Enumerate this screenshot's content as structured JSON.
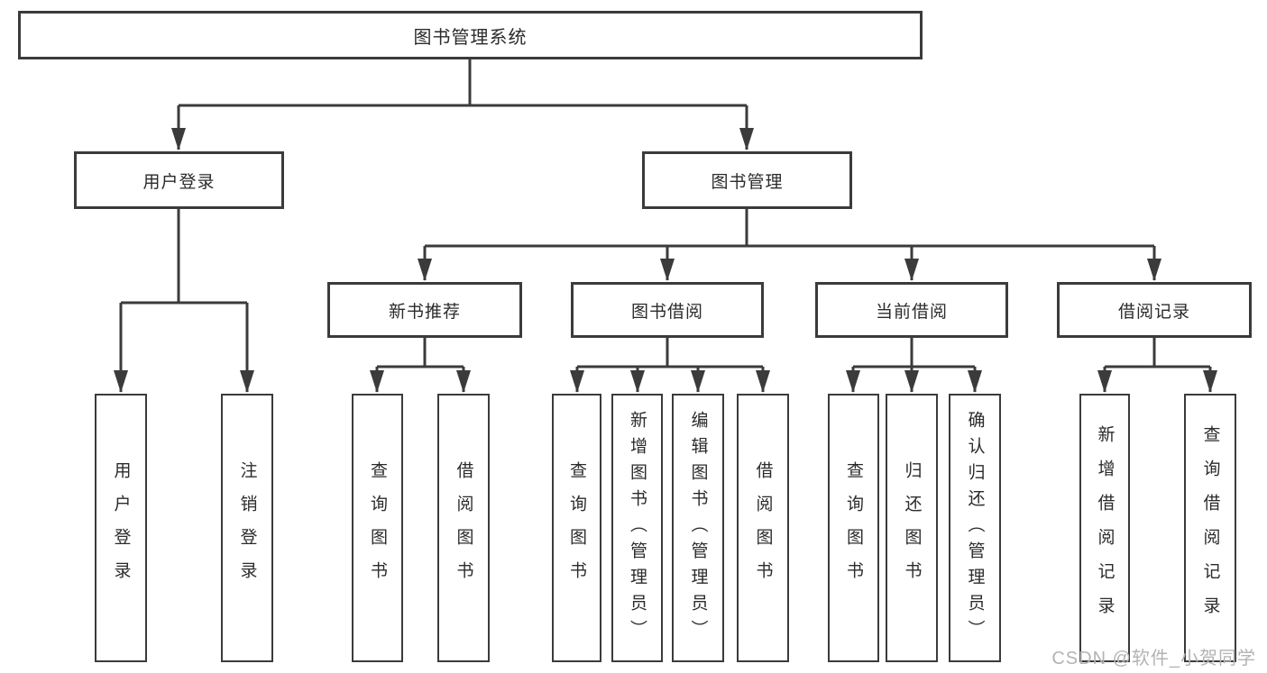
{
  "tree": {
    "root": {
      "label": "图书管理系统"
    },
    "branches": [
      {
        "label": "用户登录",
        "children": [
          "用户登录",
          "注销登录"
        ]
      },
      {
        "label": "图书管理",
        "children": [
          {
            "label": "新书推荐",
            "children": [
              "查询图书",
              "借阅图书"
            ]
          },
          {
            "label": "图书借阅",
            "children": [
              "查询图书",
              "新增图书（管理员）",
              "编辑图书（管理员）",
              "借阅图书"
            ]
          },
          {
            "label": "当前借阅",
            "children": [
              "查询图书",
              "归还图书",
              "确认归还（管理员）"
            ]
          },
          {
            "label": "借阅记录",
            "children": [
              "新增借阅记录",
              "查询借阅记录"
            ]
          }
        ]
      }
    ]
  },
  "watermark": "CSDN @软件_小贺同学",
  "colors": {
    "line": "#3b3b3b",
    "box_border": "#3b3b3b",
    "text": "#2b2b2b",
    "watermark": "#b3b3b3",
    "background": "#ffffff"
  }
}
